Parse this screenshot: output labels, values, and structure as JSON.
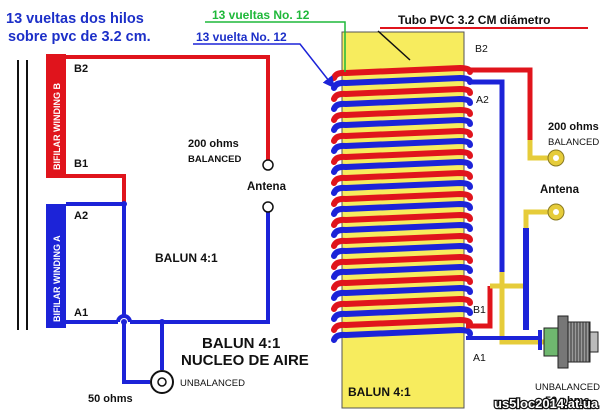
{
  "title": {
    "line1": "13 vueltas dos hilos",
    "line2": "sobre pvc de 3.2 cm."
  },
  "schematic": {
    "winding_b_label": "BIFILAR WINDING B",
    "winding_a_label": "BIFILAR WINDING A",
    "b2": "B2",
    "b1": "B1",
    "a2": "A2",
    "a1": "A1",
    "balun_label": "BALUN 4:1",
    "impedance_balanced_line1": "200 ohms",
    "impedance_balanced_line2": "BALANCED",
    "antenna": "Antena",
    "unbalanced": "UNBALANCED",
    "impedance_unbalanced": "50 ohms"
  },
  "center_caption": {
    "line1": "BALUN 4:1",
    "line2": "NUCLEO DE AIRE"
  },
  "coil": {
    "green_wire_label": "13 vueltas No. 12",
    "blue_wire_label": "13 vuelta No. 12",
    "tube_label": "Tubo PVC  3.2 CM  diámetro",
    "tube_bottom_label": "BALUN 4:1",
    "b2": "B2",
    "a2": "A2",
    "b1": "B1",
    "a1": "A1",
    "impedance_balanced_line1": "200 ohms",
    "impedance_balanced_line2": "BALANCED",
    "antenna": "Antena",
    "unbalanced_line1": "UNBALANCED",
    "unbalanced_line2": "50 ohms"
  },
  "watermark": "us5loc2014.at.ua",
  "colors": {
    "title_blue": "#1c2fc8",
    "wire_red": "#e0141c",
    "wire_blue": "#1c23d8",
    "tube_yellow": "#f7ec5e",
    "lead_yellow": "#e6cc3a",
    "label_green": "#1fb83a",
    "core_black": "#111111"
  }
}
